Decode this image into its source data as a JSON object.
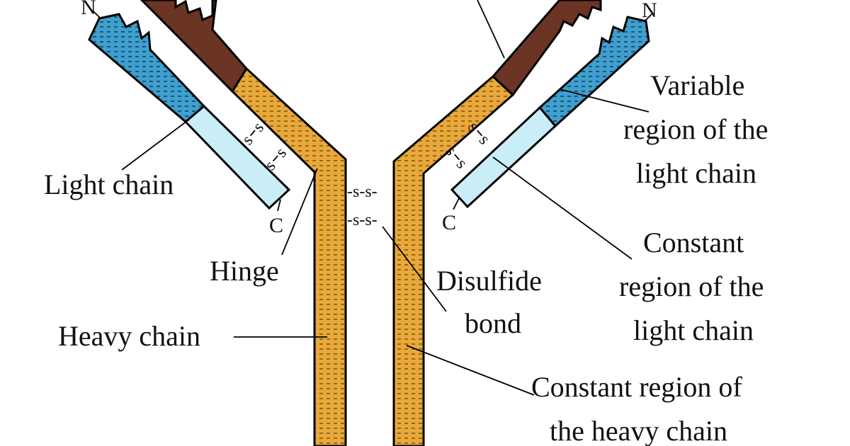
{
  "labels": {
    "light_chain": "Light chain",
    "hinge": "Hinge",
    "heavy_chain": "Heavy chain",
    "disulfide_line1": "Disulfide",
    "disulfide_line2": "bond",
    "variable_light_line1": "Variable",
    "variable_light_line2": "region of the",
    "variable_light_line3": "light chain",
    "constant_light_line1": "Constant",
    "constant_light_line2": "region of the",
    "constant_light_line3": "light chain",
    "constant_heavy_line1": "Constant region of",
    "constant_heavy_line2": "the heavy chain",
    "n_terminus": "N",
    "c_terminus": "C",
    "disulfide_glyph": "-s-s-",
    "s_glyph": "s"
  },
  "colors": {
    "heavy_constant": "#e8a93a",
    "heavy_variable": "#6b3424",
    "light_variable": "#3f9fcf",
    "light_constant": "#c9eef8",
    "outline": "#000000"
  }
}
